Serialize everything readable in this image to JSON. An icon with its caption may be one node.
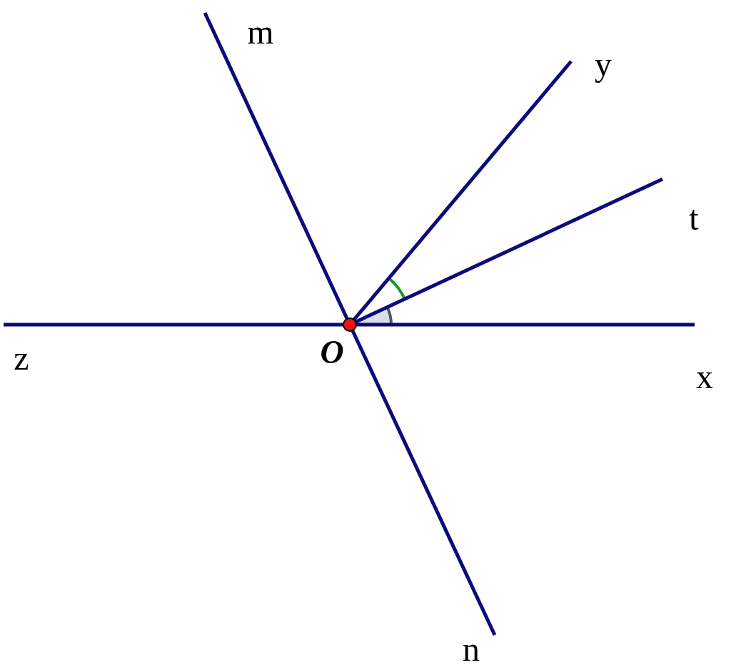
{
  "diagram": {
    "nodes": [
      {
        "text": [
          "O"
        ]
      }
    ],
    "labels": [
      "m",
      "y",
      "t",
      "z",
      "x",
      "n"
    ]
  }
}
